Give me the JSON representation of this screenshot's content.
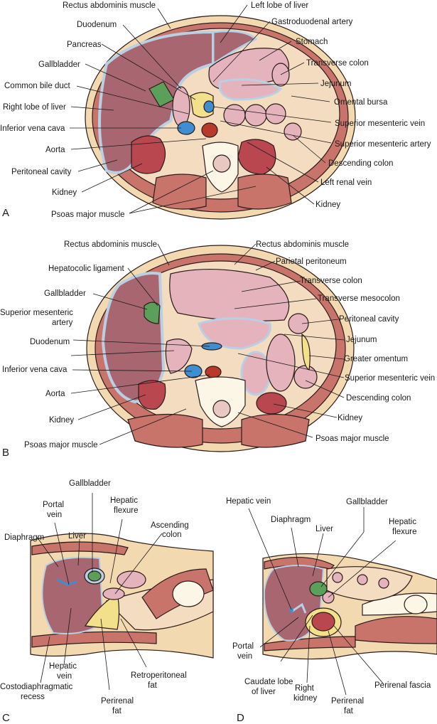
{
  "figure": {
    "panels": [
      {
        "id": "A",
        "labels": [
          "Rectus abdominis muscle",
          "Duodenum",
          "Pancreas",
          "Gallbladder",
          "Common bile duct",
          "Right lobe of liver",
          "Inferior vena cava",
          "Aorta",
          "Peritoneal cavity",
          "Kidney",
          "Psoas major muscle",
          "Left lobe of liver",
          "Gastroduodenal artery",
          "Stomach",
          "Transverse colon",
          "Jejunum",
          "Omental bursa",
          "Superior mesenteric vein",
          "Superior mesenteric artery",
          "Descending colon",
          "Left renal vein",
          "Kidney"
        ]
      },
      {
        "id": "B",
        "labels": [
          "Rectus abdominis muscle",
          "Hepatocolic ligament",
          "Gallbladder",
          "Superior mesenteric",
          "artery",
          "Duodenum",
          "Inferior vena cava",
          "Aorta",
          "Kidney",
          "Psoas major muscle",
          "Rectus abdominis muscle",
          "Parietal peritoneum",
          "Transverse colon",
          "Transverse mesocolon",
          "Peritoneal cavity",
          "Jejunum",
          "Greater omentum",
          "Superior mesenteric vein",
          "Descending colon",
          "Kidney",
          "Psoas major muscle"
        ]
      },
      {
        "id": "C",
        "labels": [
          "Gallbladder",
          "Portal",
          "vein",
          "Hepatic",
          "flexure",
          "Ascending",
          "colon",
          "Diaphragm",
          "Liver",
          "Hepatic",
          "vein",
          "Costodiaphragmatic",
          "recess",
          "Perirenal",
          "fat",
          "Retroperitoneal",
          "fat"
        ]
      },
      {
        "id": "D",
        "labels": [
          "Hepatic vein",
          "Gallbladder",
          "Diaphragm",
          "Liver",
          "Hepatic",
          "flexure",
          "Portal",
          "vein",
          "Caudate lobe",
          "of liver",
          "Right",
          "kidney",
          "Perirenal",
          "fat",
          "Perirenal fascia"
        ]
      }
    ]
  },
  "colors": {
    "skin": "#f3d9b0",
    "muscle": "#c9746a",
    "liver": "#a86670",
    "peritoneum": "#b9cfe3",
    "fat": "#f4dcc0",
    "bowel": "#e5b3bc",
    "kidney": "#b8474f",
    "vein": "#3f8ed1",
    "artery": "#b83a2a",
    "gallbladder": "#5aa05a",
    "pancreas": "#f3e08a",
    "bone": "#fbf6e6"
  }
}
